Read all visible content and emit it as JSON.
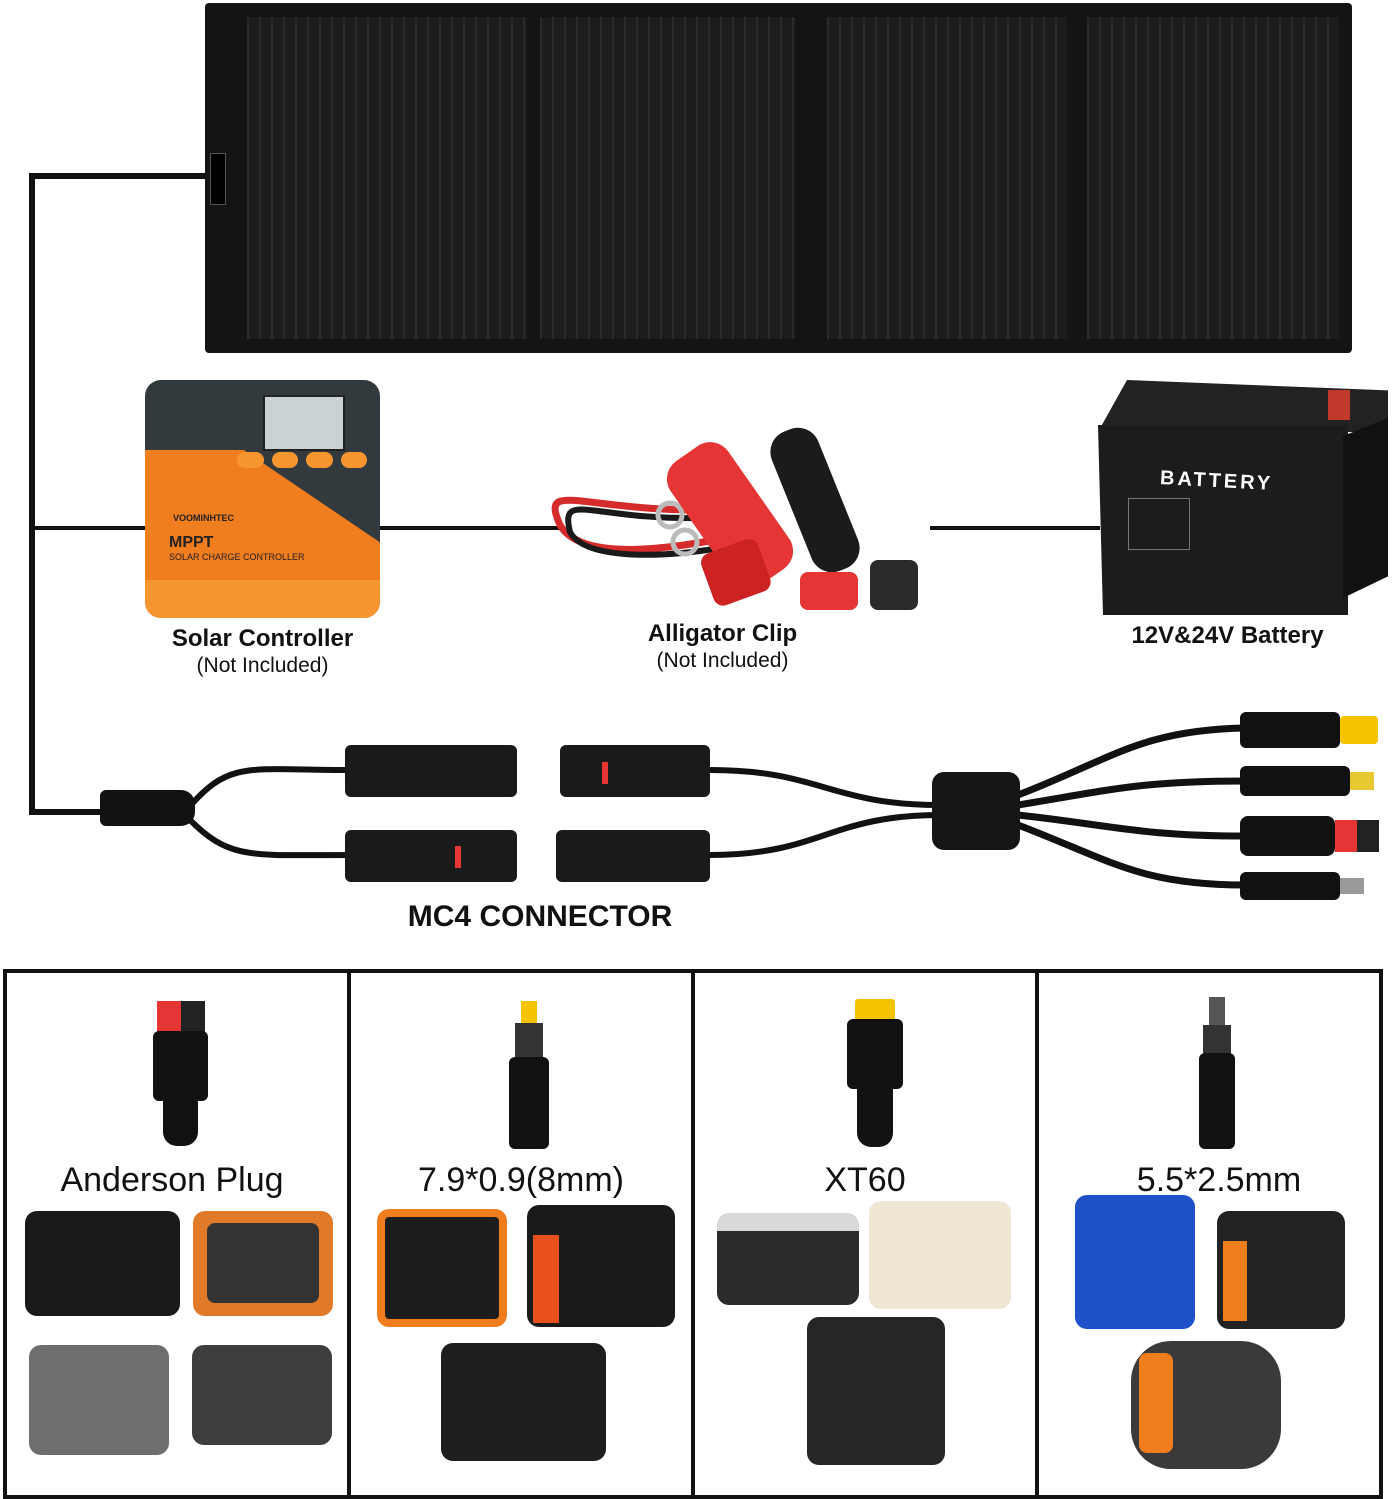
{
  "diagram": {
    "controller": {
      "title": "Solar Controller",
      "note": "(Not Included)",
      "brand": "VOOMINHTEC",
      "mode": "MPPT",
      "subtitle": "SOLAR CHARGE CONTROLLER"
    },
    "alligator": {
      "title": "Alligator Clip",
      "note": "(Not Included)"
    },
    "battery": {
      "title": "12V&24V Battery",
      "brand": "BATTERY"
    },
    "mc4": {
      "title": "MC4 CONNECTOR"
    }
  },
  "connectors": [
    {
      "title": "Anderson  Plug",
      "icon": "anderson-plug-icon"
    },
    {
      "title": "7.9*0.9(8mm)",
      "icon": "dc-7909-plug-icon"
    },
    {
      "title": "XT60",
      "icon": "xt60-plug-icon"
    },
    {
      "title": "5.5*2.5mm",
      "icon": "dc-5525-plug-icon"
    }
  ],
  "colors": {
    "panel": "#141414",
    "orange": "#f07d1e",
    "red": "#e53535",
    "yellow": "#f5c400",
    "frame": "#111111"
  }
}
